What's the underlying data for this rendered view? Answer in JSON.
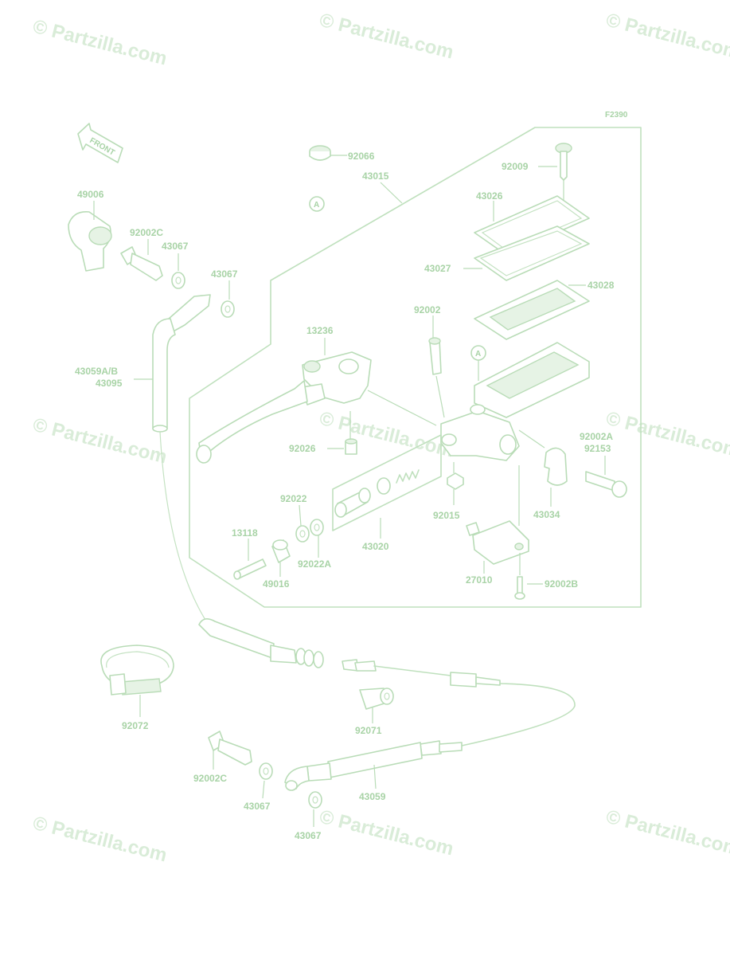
{
  "watermark": "© Partzilla.com",
  "figure_code": "F2390",
  "front_label": "FRONT",
  "ref_marker": "A",
  "labels": {
    "p92066": "92066",
    "p43015": "43015",
    "p92009": "92009",
    "p43026": "43026",
    "p43027": "43027",
    "p43028": "43028",
    "p49006": "49006",
    "p92002c_top": "92002C",
    "p43067_a": "43067",
    "p43067_b": "43067",
    "p13236": "13236",
    "p92002": "92002",
    "p43059ab": "43059A/B",
    "p43095": "43095",
    "p92026": "92026",
    "p92002a": "92002A",
    "p92153": "92153",
    "p92022": "92022",
    "p92015": "92015",
    "p43034": "43034",
    "p13118": "13118",
    "p43020": "43020",
    "p49016": "49016",
    "p92022a": "92022A",
    "p27010": "27010",
    "p92002b": "92002B",
    "p92072": "92072",
    "p92071": "92071",
    "p92002c_bot": "92002C",
    "p43067_c": "43067",
    "p43059": "43059",
    "p43067_d": "43067"
  }
}
